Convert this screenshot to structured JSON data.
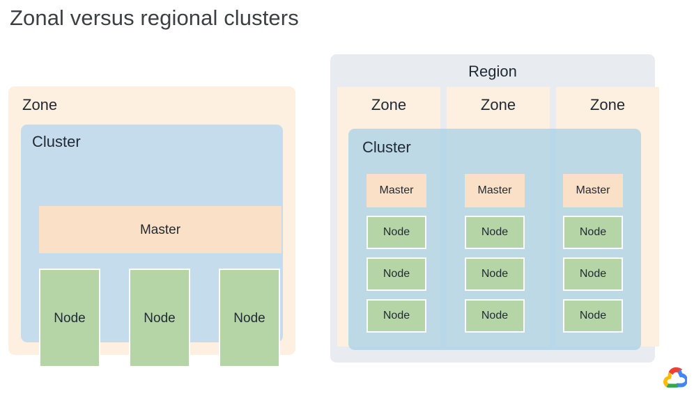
{
  "slide": {
    "title": "Zonal versus regional clusters"
  },
  "zonal": {
    "zone_label": "Zone",
    "cluster_label": "Cluster",
    "master_label": "Master",
    "nodes": [
      {
        "label": "Node"
      },
      {
        "label": "Node"
      },
      {
        "label": "Node"
      }
    ]
  },
  "regional": {
    "region_label": "Region",
    "cluster_label": "Cluster",
    "zones": [
      {
        "zone_label": "Zone",
        "master_label": "Master",
        "nodes": [
          {
            "label": "Node"
          },
          {
            "label": "Node"
          },
          {
            "label": "Node"
          }
        ]
      },
      {
        "zone_label": "Zone",
        "master_label": "Master",
        "nodes": [
          {
            "label": "Node"
          },
          {
            "label": "Node"
          },
          {
            "label": "Node"
          }
        ]
      },
      {
        "zone_label": "Zone",
        "master_label": "Master",
        "nodes": [
          {
            "label": "Node"
          },
          {
            "label": "Node"
          },
          {
            "label": "Node"
          }
        ]
      }
    ]
  },
  "branding": {
    "logo_name": "google-cloud-logo",
    "logo_colors": {
      "red": "#ea4335",
      "blue": "#4285f4",
      "yellow": "#fbbc05",
      "green": "#34a853"
    }
  },
  "colors": {
    "zone_fill": "#fdf0e0",
    "cluster_fill": "#c5dced",
    "region_fill": "#e8ecf0",
    "master_fill": "#fbe0c8",
    "node_fill": "#b5d5a7",
    "node_border": "#ffffff",
    "text": "#1f2933",
    "title_text": "#3c4043",
    "background": "#ffffff"
  }
}
